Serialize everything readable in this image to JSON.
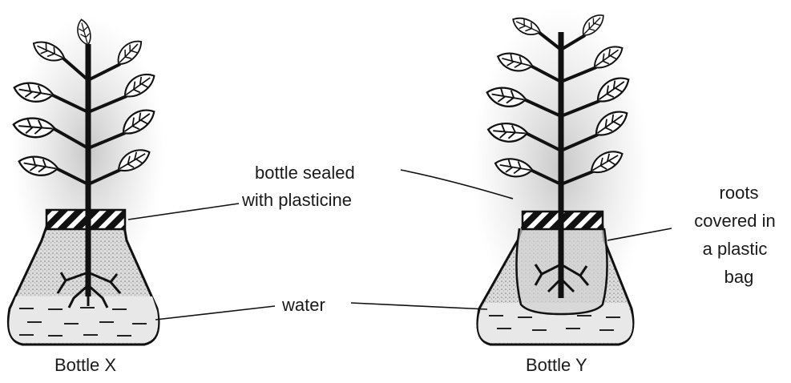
{
  "labels": {
    "bottle_x": "Bottle X",
    "bottle_y": "Bottle Y",
    "seal_line1": "bottle sealed",
    "seal_line2": "with plasticine",
    "water": "water",
    "roots_line1": "roots",
    "roots_line2": "covered in",
    "roots_line3": "a plastic",
    "roots_line4": "bag"
  }
}
